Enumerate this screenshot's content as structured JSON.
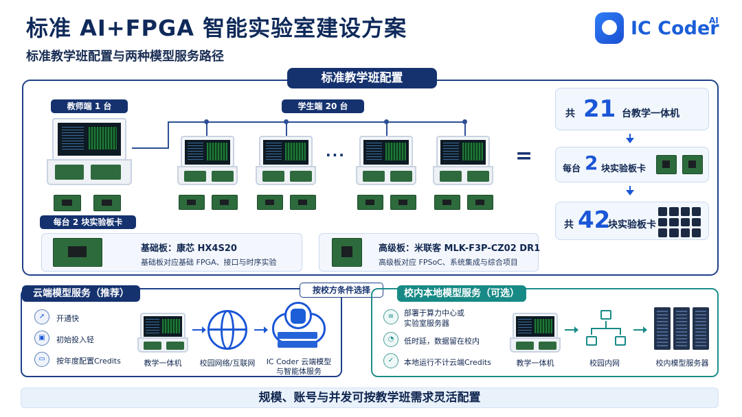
{
  "header": {
    "title": "标准 AI+FPGA 智能实验室建设方案",
    "subtitle": "标准教学班配置与两种模型服务路径",
    "logo_text": "IC Coder",
    "logo_sup": "AI"
  },
  "class_config": {
    "section_title": "标准教学班配置",
    "teacher_label": "教师端 1 台",
    "student_label": "学生端 20 台",
    "board_per_label": "每台 2 块实验板卡",
    "ellipsis": "···",
    "equals": "="
  },
  "stats": {
    "machines": {
      "prefix": "共",
      "number": "21",
      "suffix": "台教学一体机"
    },
    "boards_each": {
      "prefix": "每台",
      "number": "2",
      "suffix": "块实验板卡"
    },
    "boards_total": {
      "prefix": "共",
      "number": "42",
      "suffix": "块实验板卡"
    }
  },
  "boards": {
    "basic": {
      "title": "基础板：康芯 HX4S20",
      "desc": "基础板对应基础 FPGA、接口与时序实验"
    },
    "advanced": {
      "title": "高级板：米联客 MLK-F3P-CZ02 DR1",
      "desc": "高级板对应 FPSoC、系统集成与综合项目"
    }
  },
  "selector_label": "按校方条件选择",
  "cloud_service": {
    "title": "云端模型服务（推荐）",
    "features": [
      "开通快",
      "初始投入轻",
      "按年度配置Credits"
    ],
    "feature_icons": [
      "rocket-icon",
      "wallet-icon",
      "card-icon"
    ],
    "nodes": {
      "machine": "教学一体机",
      "network": "校园网络/互联网",
      "cloud_line1": "IC Coder 云端模型",
      "cloud_line2": "与智能体服务"
    }
  },
  "local_service": {
    "title": "校内本地模型服务（可选）",
    "features": [
      "部署于算力中心或",
      "实验室服务器",
      "低时延，数据留在校内",
      "本地运行不计云端Credits"
    ],
    "feature_icons": [
      "server-icon",
      "shield-clock-icon",
      "shield-check-icon"
    ],
    "nodes": {
      "machine": "教学一体机",
      "intranet": "校园内网",
      "server": "校内模型服务器"
    }
  },
  "footer": "规模、账号与并发可按教学班需求灵活配置",
  "colors": {
    "navy": "#15326f",
    "accent_blue": "#1a56d6",
    "teal": "#178a86"
  }
}
